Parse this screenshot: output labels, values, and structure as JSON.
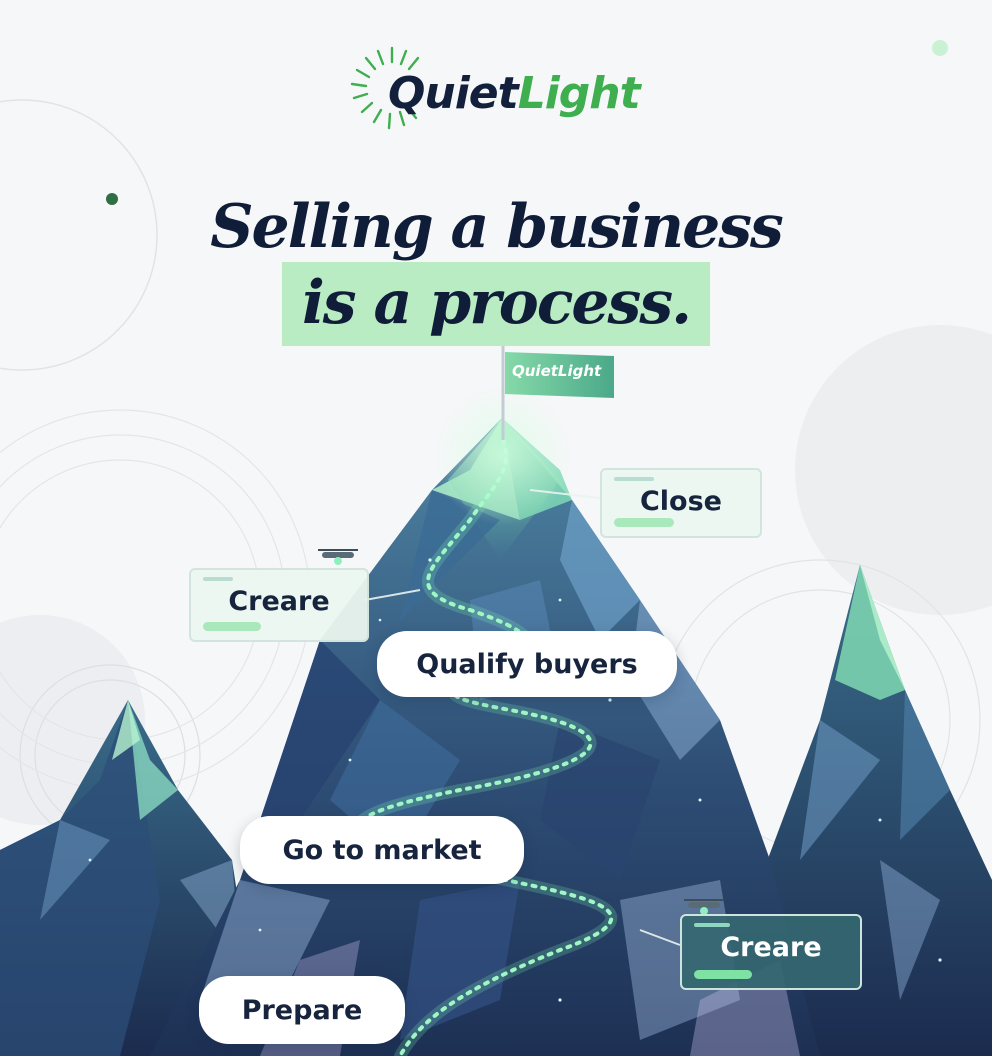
{
  "brand": {
    "logo_part1": "Quiet",
    "logo_part2": "Light",
    "flag_text": "QuietLight"
  },
  "headline": {
    "line1": "Selling a business",
    "line2": "is a process."
  },
  "steps": {
    "prepare": "Prepare",
    "go_to_market": "Go to market",
    "qualify_buyers": "Qualify buyers",
    "creare_left": "Creare",
    "creare_right": "Creare",
    "close": "Close"
  },
  "colors": {
    "brand_green": "#3fae4f",
    "navy": "#0f1d38",
    "highlight": "#b9ecc3",
    "trail": "#7ff0b0"
  }
}
